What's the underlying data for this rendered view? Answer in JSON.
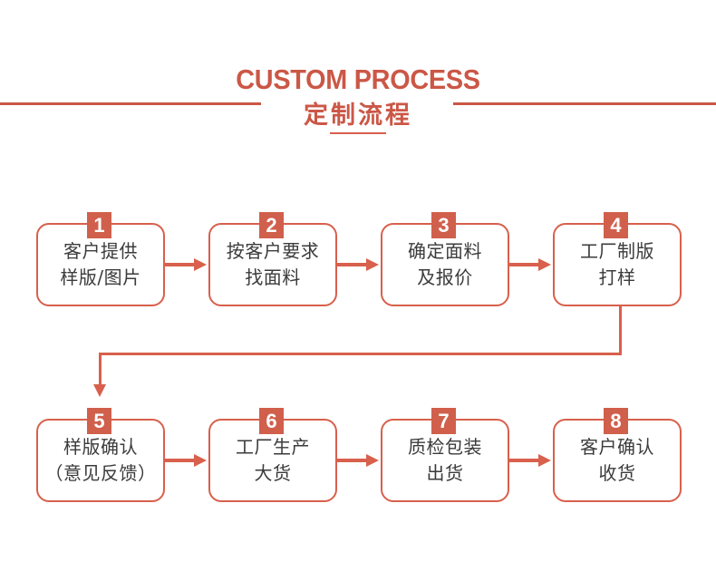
{
  "header": {
    "title_en": "CUSTOM PROCESS",
    "title_cn": "定制流程"
  },
  "colors": {
    "accent": "#d8604c",
    "accent_dark": "#cb5746",
    "badge": "#d0604c",
    "text": "#3b3b3b",
    "background": "#ffffff"
  },
  "flow": {
    "steps": [
      {
        "number": "1",
        "text": "客户提供\n样版/图片"
      },
      {
        "number": "2",
        "text": "按客户要求\n找面料"
      },
      {
        "number": "3",
        "text": "确定面料\n及报价"
      },
      {
        "number": "4",
        "text": "工厂制版\n打样"
      },
      {
        "number": "5",
        "text": "样版确认\n（意见反馈）"
      },
      {
        "number": "6",
        "text": "工厂生产\n大货"
      },
      {
        "number": "7",
        "text": "质检包装\n出货"
      },
      {
        "number": "8",
        "text": "客户确认\n收货"
      }
    ]
  }
}
